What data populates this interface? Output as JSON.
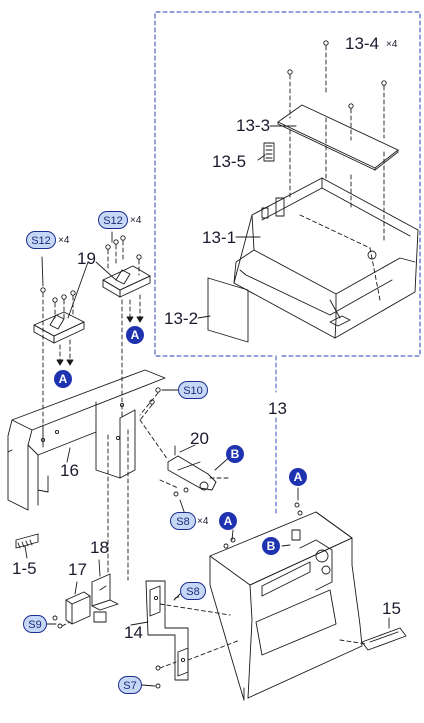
{
  "colors": {
    "line": "#1a1a1a",
    "dash": "#2b3fb8",
    "badge_fill": "#c6d8f6",
    "badge_border": "#1c2f8f",
    "marker": "#1f33b0"
  },
  "labels": {
    "l13_4": "13-4",
    "l13_3": "13-3",
    "l13_5": "13-5",
    "l13_1": "13-1",
    "l13_2": "13-2",
    "l13": "13",
    "l19": "19",
    "l16": "16",
    "l20": "20",
    "l1_5": "1-5",
    "l18": "18",
    "l17": "17",
    "l14": "14",
    "l15": "15"
  },
  "quantities": {
    "q13_4": "×4",
    "q12_a": "×4",
    "q12_b": "×4",
    "q8": "×4"
  },
  "screws": {
    "s12": "S12",
    "s10": "S10",
    "s8": "S8",
    "s9": "S9",
    "s7": "S7"
  },
  "markers": {
    "a": "A",
    "b": "B"
  }
}
